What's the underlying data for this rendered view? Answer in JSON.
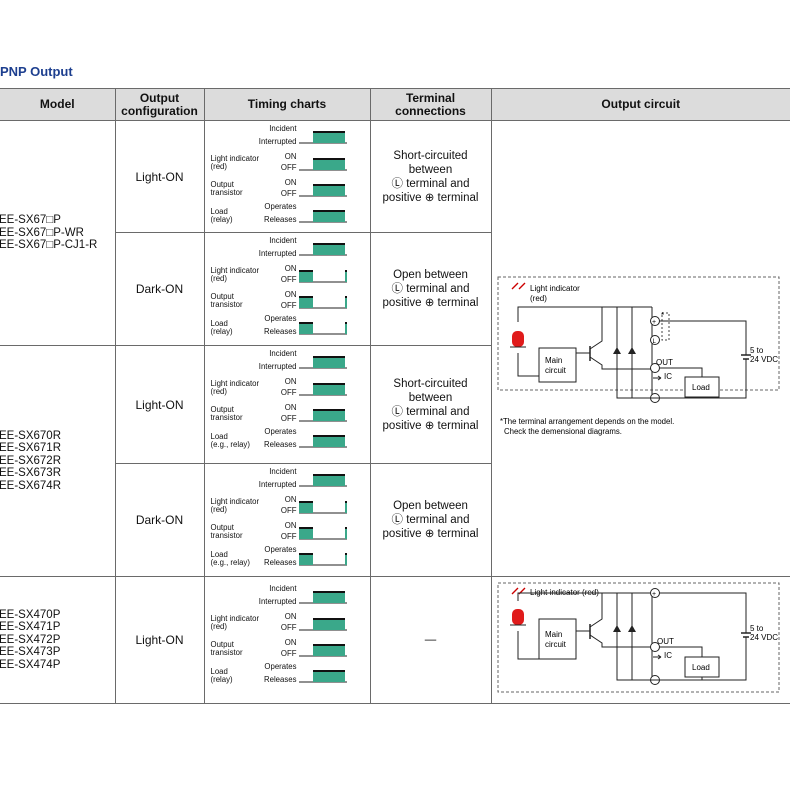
{
  "section_title": "PNP Output",
  "headers": {
    "model": "Model",
    "output_config_1": "Output",
    "output_config_2": "configuration",
    "timing": "Timing charts",
    "terminal_1": "Terminal",
    "terminal_2": "connections",
    "circuit": "Output circuit"
  },
  "groups": [
    {
      "models": [
        "EE-SX67□P",
        "EE-SX67□P-WR",
        "EE-SX67□P-CJ1-R"
      ]
    },
    {
      "models": [
        "EE-SX670R",
        "EE-SX671R",
        "EE-SX672R",
        "EE-SX673R",
        "EE-SX674R"
      ]
    },
    {
      "models": [
        "EE-SX470P",
        "EE-SX471P",
        "EE-SX472P",
        "EE-SX473P",
        "EE-SX474P"
      ]
    }
  ],
  "rows": [
    {
      "config": "Light-ON",
      "terminal": [
        "Short-circuited",
        "between",
        "Ⓛ terminal and",
        "positive ⊕ terminal"
      ],
      "load_label": "(relay)"
    },
    {
      "config": "Dark-ON",
      "terminal": [
        "Open between",
        "Ⓛ terminal and",
        "positive ⊕ terminal"
      ],
      "load_label": "(relay)"
    },
    {
      "config": "Light-ON",
      "terminal": [
        "Short-circuited",
        "between",
        "Ⓛ terminal and",
        "positive ⊕ terminal"
      ],
      "load_label": "(e.g., relay)"
    },
    {
      "config": "Dark-ON",
      "terminal": [
        "Open between",
        "Ⓛ terminal and",
        "positive ⊕ terminal"
      ],
      "load_label": "(e.g., relay)"
    },
    {
      "config": "Light-ON",
      "terminal": [
        "—"
      ],
      "load_label": "(relay)"
    }
  ],
  "timing_labels": {
    "incident": "Incident",
    "interrupted": "Interrupted",
    "light_indicator": "Light indicator",
    "red": "(red)",
    "on": "ON",
    "off": "OFF",
    "output": "Output",
    "transistor": "transistor",
    "load": "Load",
    "operates": "Operates",
    "releases": "Releases"
  },
  "circuit": {
    "light_indicator": "Light indicator",
    "red": "(red)",
    "light_indicator_red": "Light indicator (red)",
    "main": "Main",
    "circuit": "circuit",
    "out": "OUT",
    "ic": "IC",
    "load": "Load",
    "voltage_1": "5 to",
    "voltage_2": "24 VDC",
    "note_1": "*The terminal arrangement depends on the model.",
    "note_2": "Check the demensional diagrams."
  },
  "colors": {
    "title": "#1d3f8f",
    "header_bg": "#dcdcdc",
    "pulse": "#3aa88a",
    "led": "#e01b1b"
  }
}
